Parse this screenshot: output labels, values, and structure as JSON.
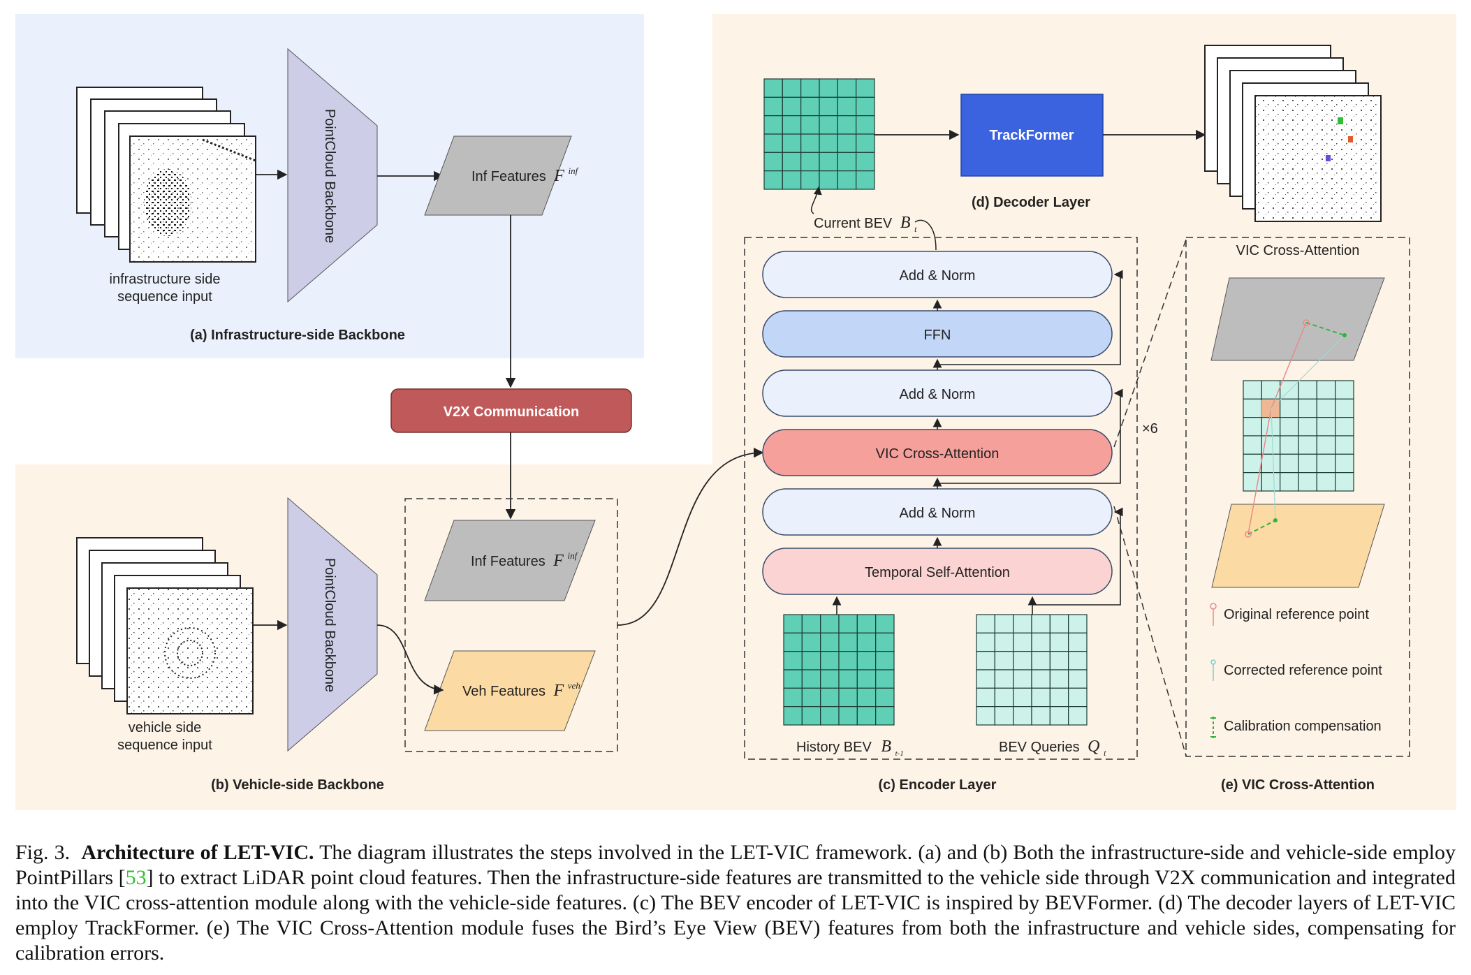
{
  "figure": {
    "infra_panel_title": "(a) Infrastructure-side Backbone",
    "vehicle_panel_title": "(b) Vehicle-side Backbone",
    "encoder_panel_title": "(c) Encoder Layer",
    "decoder_panel_title": "(d) Decoder Layer",
    "vic_panel_title": "(e) VIC Cross-Attention",
    "infra_input_label_line1": "infrastructure side",
    "infra_input_label_line2": "sequence input",
    "vehicle_input_label_line1": "vehicle side",
    "vehicle_input_label_line2": "sequence input",
    "backbone_label": "PointCloud Backbone",
    "inf_features_label": "Inf Features",
    "inf_features_symbol": "F",
    "inf_features_sup": "inf",
    "veh_features_label": "Veh Features",
    "veh_features_symbol": "F",
    "veh_features_sup": "veh",
    "v2x_label": "V2X Communication",
    "trackformer_label": "TrackFormer",
    "current_bev_label": "Current BEV",
    "current_bev_symbol": "B",
    "current_bev_sub": "t",
    "history_bev_label": "History BEV",
    "history_bev_symbol": "B",
    "history_bev_sub": "t-1",
    "bev_queries_label": "BEV Queries",
    "bev_queries_symbol": "Q",
    "bev_queries_sub": "t",
    "encoder_blocks": [
      "Add & Norm",
      "FFN",
      "Add & Norm",
      "VIC Cross-Attention",
      "Add & Norm",
      "Temporal Self-Attention"
    ],
    "repeat_label": "×6",
    "vic_inner_title": "VIC Cross-Attention",
    "legend": [
      "Original reference point",
      "Corrected reference point",
      "Calibration compensation"
    ]
  },
  "colors": {
    "infra_bg": "#eaf0fc",
    "vehicle_bg": "#fdf3e6",
    "backbone_fill": "#cdcde8",
    "inf_feature_fill": "#bdbdbd",
    "veh_feature_fill": "#fbdba3",
    "v2x_fill": "#c05a5a",
    "trackformer_fill": "#3b63e0",
    "grid_dark": "#5fcfb5",
    "grid_light": "#cdf2ea",
    "addnorm_fill": "#eaf0fc",
    "ffn_fill": "#c2d7f7",
    "cross_attn_fill": "#f5a09b",
    "self_attn_fill": "#fbd3d3"
  },
  "caption": {
    "prefix": "Fig. 3.",
    "bold": "Architecture of LET-VIC.",
    "text1": " The diagram illustrates the steps involved in the LET-VIC framework. (a) and (b) Both the infrastructure-side and vehicle-side employ PointPillars [",
    "ref": "53",
    "text2": "] to extract LiDAR point cloud features. Then the infrastructure-side features are transmitted to the vehicle side through V2X communication and integrated into the VIC cross-attention module along with the vehicle-side features. (c) The BEV encoder of LET-VIC is inspired by BEVFormer. (d) The decoder layers of LET-VIC employ TrackFormer. (e) The VIC Cross-Attention module fuses the Bird’s Eye View (BEV) features from both the infrastructure and vehicle sides, compensating for calibration errors."
  }
}
